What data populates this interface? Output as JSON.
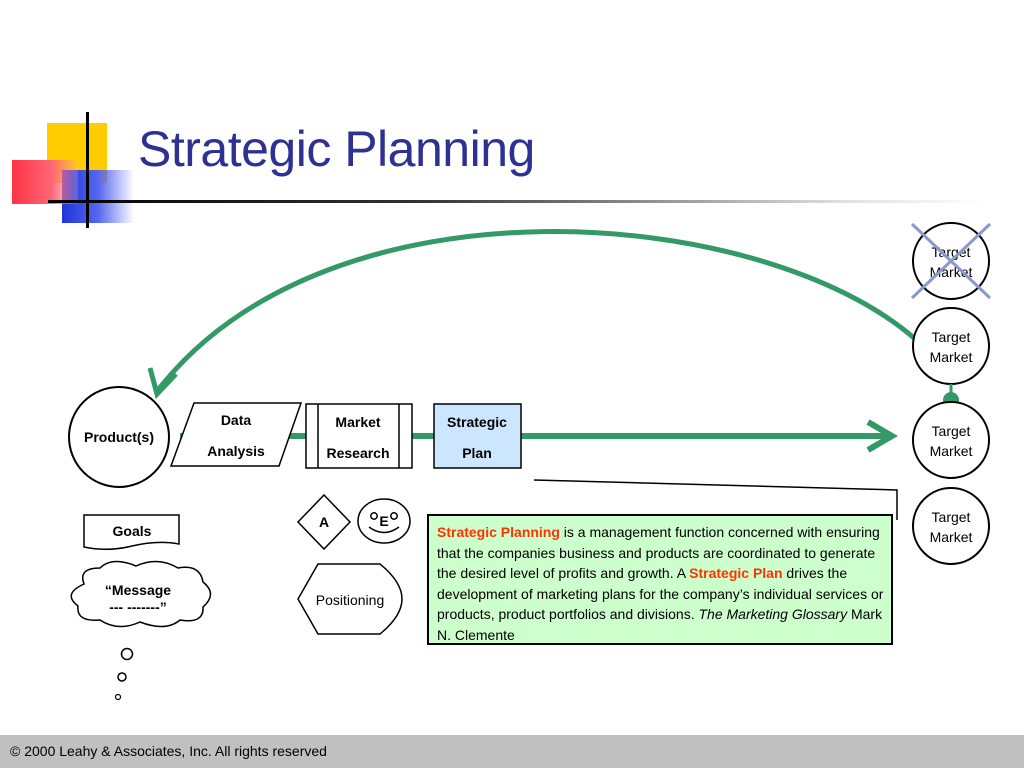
{
  "slide": {
    "title": "Strategic Planning",
    "footer": "© 2000 Leahy & Associates, Inc. All rights reserved"
  },
  "colors": {
    "title": "#2e3192",
    "arrow": "#339966",
    "plan_fill": "#cce6ff",
    "definition_fill": "#ccffcc",
    "highlight": "#ff3300",
    "cross": "#8899cc"
  },
  "nodes": {
    "products": "Product(s)",
    "data_analysis": [
      "Data",
      "Analysis"
    ],
    "market_research": [
      "Market",
      "Research"
    ],
    "strategic_plan": [
      "Strategic",
      "Plan"
    ],
    "goals": "Goals",
    "message": [
      "“Message",
      "--- -------”"
    ],
    "decision": "A",
    "face_letter": "E",
    "positioning": "Positioning",
    "target_markets": [
      {
        "label": [
          "Target",
          "Market"
        ],
        "crossed": true
      },
      {
        "label": [
          "Target",
          "Market"
        ],
        "crossed": false
      },
      {
        "label": [
          "Target",
          "Market"
        ],
        "crossed": false
      },
      {
        "label": [
          "Target",
          "Market"
        ],
        "crossed": false
      }
    ]
  },
  "definition": {
    "term1": "Strategic Planning",
    "text1": " is a management function concerned with ensuring that the companies business and products are coordinated to generate the desired level of profits and growth.  A ",
    "term2": "Strategic Plan",
    "text2": " drives the development of marketing plans for the company’s individual services or products, product portfolios and divisions. ",
    "source_title": "The Marketing Glossary",
    "source_author": " Mark N. Clemente"
  }
}
